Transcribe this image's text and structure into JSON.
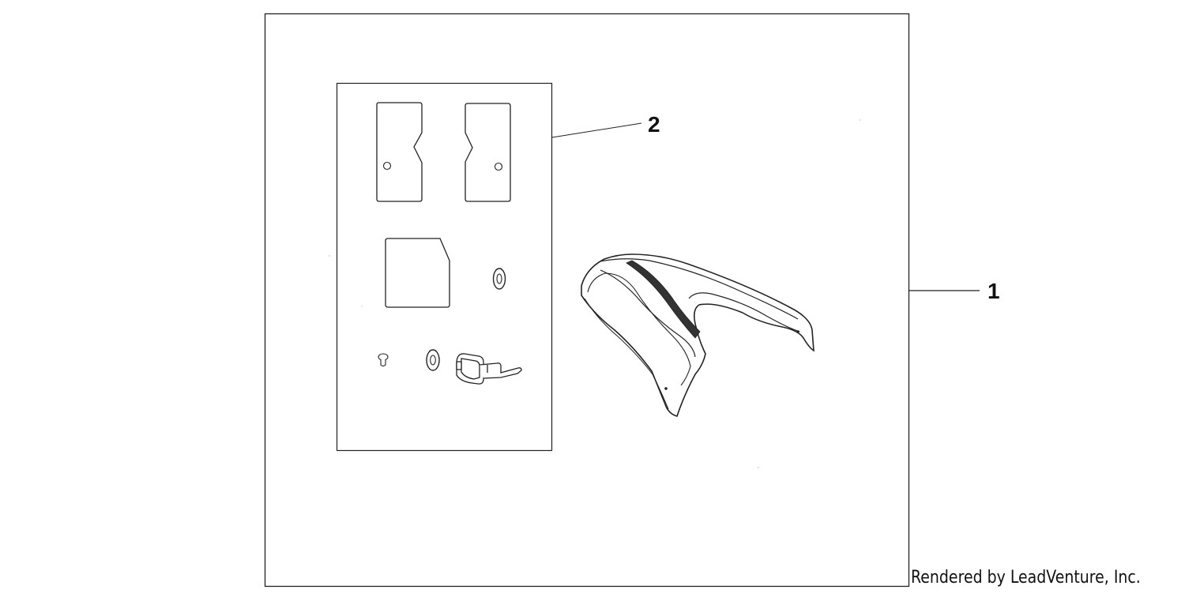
{
  "callouts": {
    "part_1": "1",
    "part_2": "2"
  },
  "footer": {
    "credit": "Rendered by LeadVenture, Inc."
  },
  "colors": {
    "line": "#222222",
    "background": "#ffffff"
  }
}
